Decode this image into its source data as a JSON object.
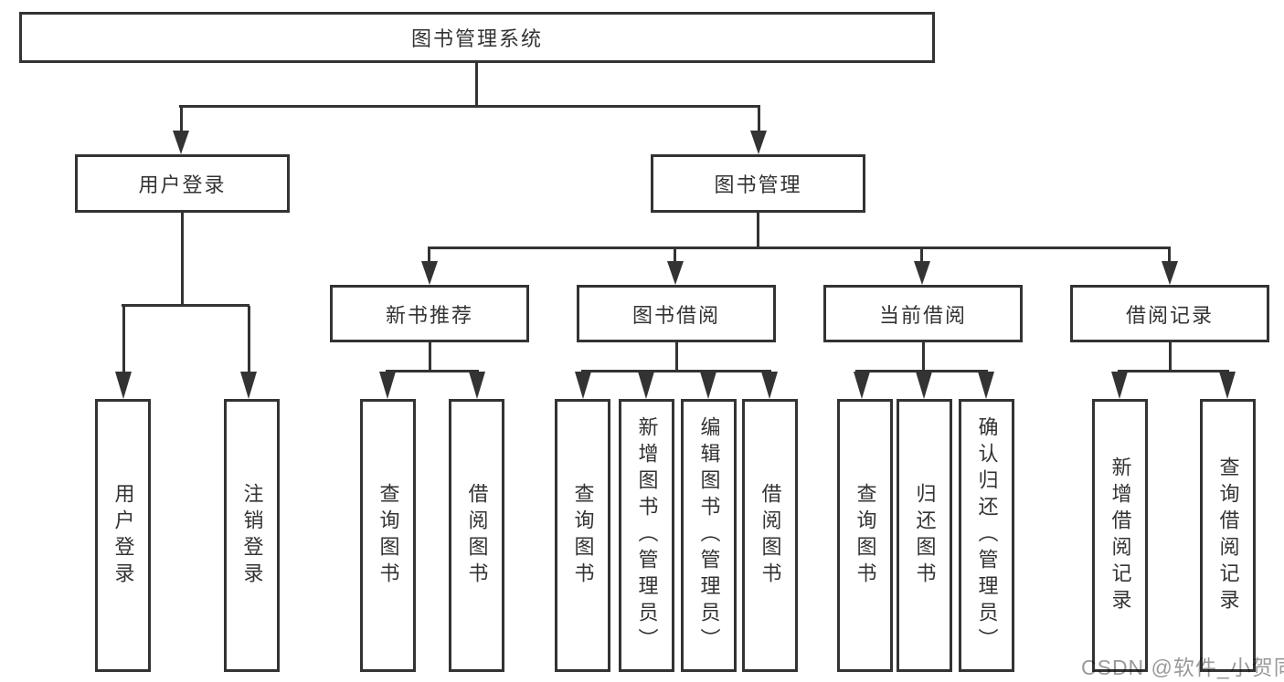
{
  "nodes": {
    "root": "图书管理系统",
    "user_login": "用户登录",
    "book_mgmt": "图书管理",
    "l2": [
      "新书推荐",
      "图书借阅",
      "当前借阅",
      "借阅记录"
    ],
    "leaves": {
      "login": [
        "用户登录",
        "注销登录"
      ],
      "recommend": [
        "查询图书",
        "借阅图书"
      ],
      "borrow": [
        "查询图书",
        "新增图书（管理员）",
        "编辑图书（管理员）",
        "借阅图书"
      ],
      "current": [
        "查询图书",
        "归还图书",
        "确认归还（管理员）"
      ],
      "record": [
        "新增借阅记录",
        "查询借阅记录"
      ]
    }
  },
  "watermark": {
    "text": "CSDN @软件_小贺同学"
  },
  "colors": {
    "line": "#333333",
    "box_background": "#ffffff",
    "text": "#333333",
    "watermark": "#9a9a9a",
    "page_background": "#ffffff"
  }
}
